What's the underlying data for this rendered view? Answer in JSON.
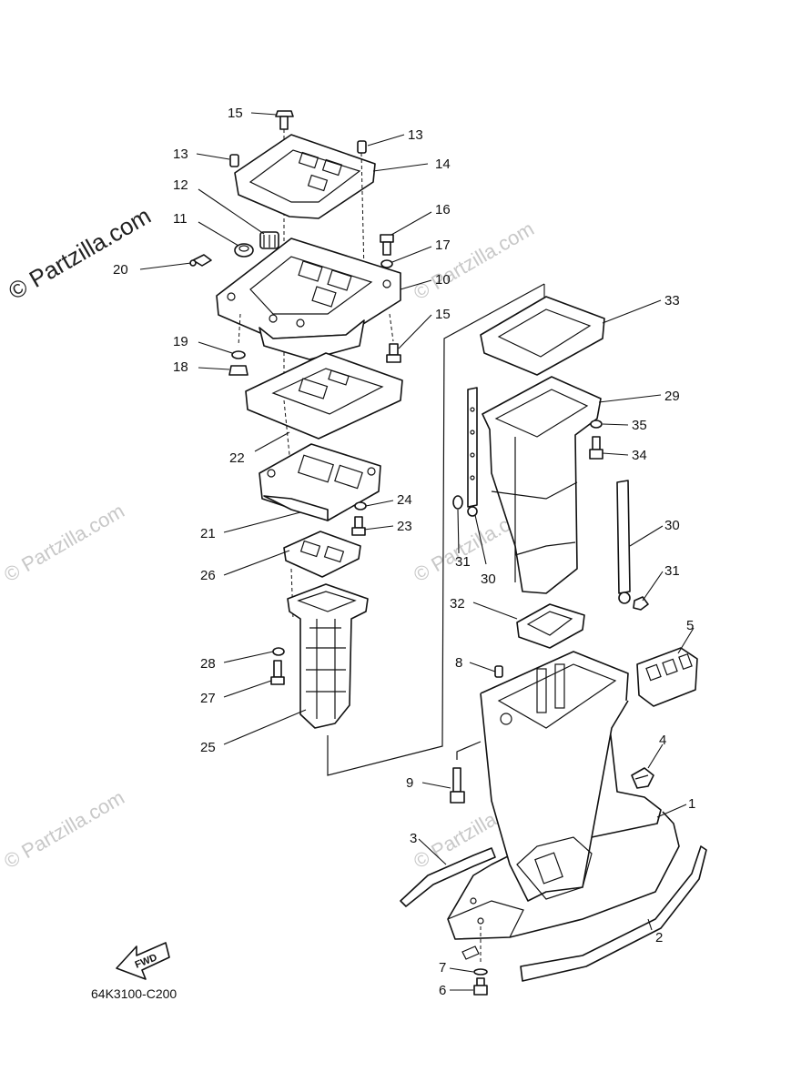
{
  "watermark": {
    "main": "© Partzilla.com",
    "faint": "© Partzilla.com"
  },
  "diagram_code": "64K3100-C200",
  "fwd_label": "FWD",
  "callouts": {
    "c1": "1",
    "c2": "2",
    "c3": "3",
    "c4": "4",
    "c5": "5",
    "c6": "6",
    "c7": "7",
    "c8": "8",
    "c9": "9",
    "c10": "10",
    "c11": "11",
    "c12": "12",
    "c13a": "13",
    "c13b": "13",
    "c14": "14",
    "c15a": "15",
    "c15b": "15",
    "c16": "16",
    "c17": "17",
    "c18": "18",
    "c19": "19",
    "c20": "20",
    "c21": "21",
    "c22": "22",
    "c23": "23",
    "c24": "24",
    "c25": "25",
    "c26": "26",
    "c27": "27",
    "c28": "28",
    "c29": "29",
    "c30a": "30",
    "c30b": "30",
    "c31a": "31",
    "c31b": "31",
    "c32": "32",
    "c33": "33",
    "c34": "34",
    "c35": "35"
  }
}
